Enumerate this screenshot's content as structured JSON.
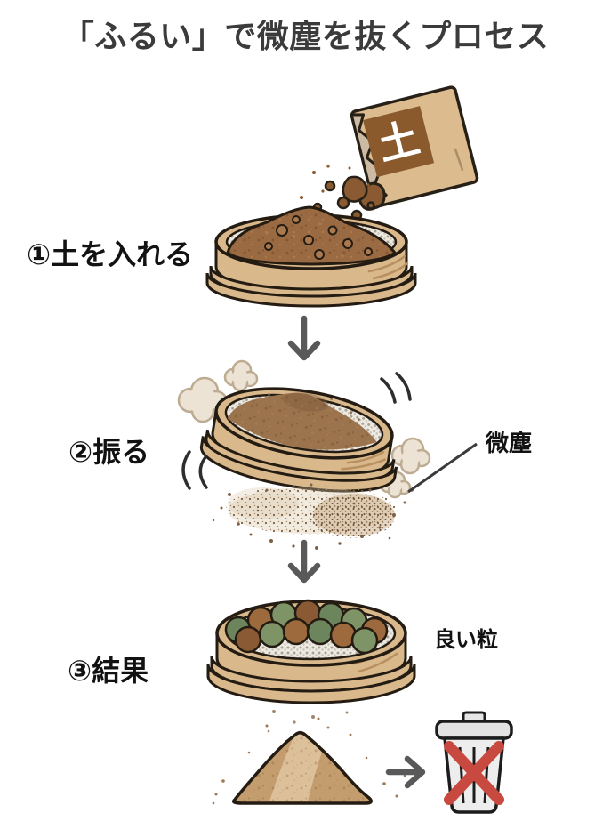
{
  "title": "「ふるい」で微塵を抜くプロセス",
  "bag": {
    "label": "土"
  },
  "steps": [
    {
      "label": "①土を入れる"
    },
    {
      "label": "②振る",
      "annotation": "微塵"
    },
    {
      "label": "③結果",
      "annotation": "良い粒"
    }
  ],
  "icons": {
    "arrow_down": "↓",
    "arrow_right": "→",
    "trash": "🗑",
    "prohibited_cross": "✕",
    "dust_cloud": "☁"
  },
  "colors": {
    "background": "#ffffff",
    "title_text": "#3b3b3b",
    "label_text": "#121212",
    "outline": "#241c12",
    "sieve_wood": "#d9b88c",
    "wood_shading": "#b8905f",
    "mesh": "#edeae3",
    "soil": "#9a6a42",
    "fine_dust": "#9b734c",
    "dust_pile": "#c49d6f",
    "bag_paper": "#dcbb8f",
    "bag_patch": "#8a5a2c",
    "bag_label_text": "#ffffff",
    "cloud": "#ece3d4",
    "arrow_gray": "#595959",
    "trash_body": "#ededed",
    "cross_red": "#c8493f",
    "granule_green": "#7e9366",
    "granule_green_dark": "#6d855c",
    "granule_brown": "#9c6a3d",
    "granule_brown_dark": "#8a5a34"
  }
}
